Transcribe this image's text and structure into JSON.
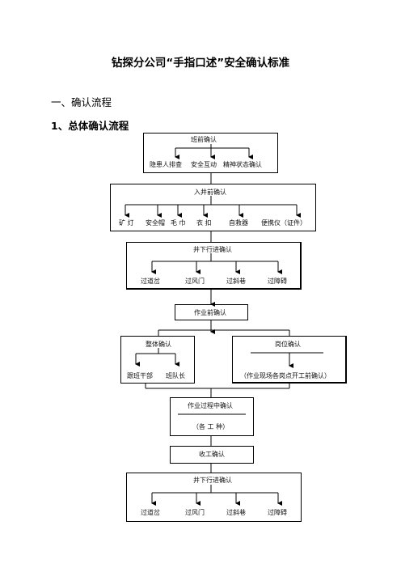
{
  "doc": {
    "title": "钻探分公司“手指口述”安全确认标准",
    "section": "一、确认流程",
    "subsection": "1、总体确认流程"
  },
  "flow": {
    "banqian": {
      "title": "班前确认",
      "items": [
        "隐患人排查",
        "安全互动",
        "精神状态确认"
      ]
    },
    "rujing": {
      "title": "入井前确认",
      "items": [
        "矿 灯",
        "安全帽",
        "毛 巾",
        "衣 扣",
        "自救器",
        "便携仪（证件）"
      ]
    },
    "jingxia1": {
      "title": "井下行进确认",
      "items": [
        "过道岔",
        "过风门",
        "过斜巷",
        "过障碍"
      ]
    },
    "zuoyeqian": {
      "title": "作业前确认"
    },
    "zhengti": {
      "title": "整体确认",
      "items": [
        "跟班干部",
        "班队长"
      ]
    },
    "gangwei": {
      "title": "岗位确认",
      "note": "（作业现场各岗点开工前确认）"
    },
    "guocheng": {
      "title": "作业过程中确认",
      "note": "（各 工 种）"
    },
    "shougong": {
      "title": "收工确认"
    },
    "jingxia2": {
      "title": "井下行进确认",
      "items": [
        "过道岔",
        "过风门",
        "过斜巷",
        "过障碍"
      ]
    }
  }
}
